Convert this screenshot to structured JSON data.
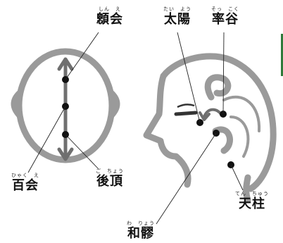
{
  "colors": {
    "outline": "#9a9a9a",
    "arrow": "#6f6f6f",
    "point": "#111111",
    "leader": "#222222",
    "edge_bar": "#2f7a3a"
  },
  "labels": {
    "shinne": {
      "ruby": "しん　え",
      "kanji": "顖会"
    },
    "hyakue": {
      "ruby": "ひゃく　え",
      "kanji": "百会"
    },
    "gocho": {
      "ruby": "ご　ちょう",
      "kanji": "後頂"
    },
    "taiyo": {
      "ruby": "たい　よう",
      "kanji": "太陽"
    },
    "sokkoku": {
      "ruby": "そっ　こく",
      "kanji": "率谷"
    },
    "tenchu": {
      "ruby": "てん　ちゅう",
      "kanji": "天柱"
    },
    "waryo": {
      "ruby": "わ　りょう",
      "kanji": "和髎"
    }
  }
}
